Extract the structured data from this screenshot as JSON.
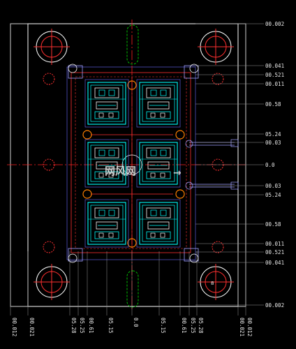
{
  "drawing": {
    "right_dims": [
      "00.002",
      "00.041",
      "00.521",
      "00.011",
      "00.58",
      "05.24",
      "00.03",
      "0.0",
      "00.03",
      "05.24",
      "00.58",
      "00.011",
      "00.521",
      "00.041",
      "00.002"
    ],
    "bottom_dims": [
      "00.012",
      "00.021",
      "05.28",
      "05.25",
      "00.61",
      "05.15",
      "0.0",
      "05.15",
      "00.61",
      "05.25",
      "05.28",
      "00.021",
      "00.012"
    ],
    "watermark": "网风网",
    "part_label": "8"
  },
  "colors": {
    "background": "#000000",
    "outline": "#ffffff",
    "centerline": "#ff2020",
    "cavity": "#00ffff",
    "insert": "#ffffff",
    "guide": "#ff3030",
    "sprue": "#00c000",
    "ejector": "#ff8000",
    "plate": "#ff3030"
  }
}
